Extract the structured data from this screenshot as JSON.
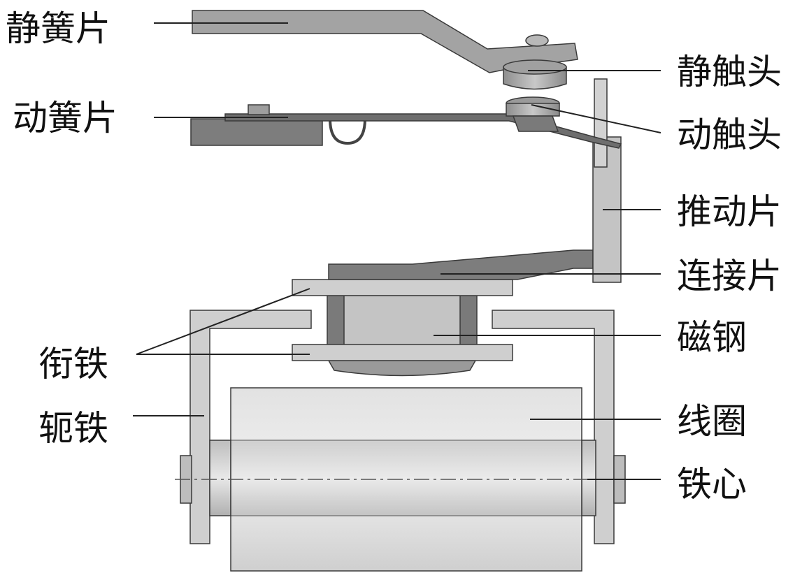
{
  "labels": {
    "static_spring": "静簧片",
    "moving_spring": "动簧片",
    "armature": "衔铁",
    "yoke": "轭铁",
    "static_contact": "静触头",
    "moving_contact": "动触头",
    "push_plate": "推动片",
    "connecting_plate": "连接片",
    "magnet": "磁钢",
    "coil": "线圈",
    "iron_core": "铁心"
  },
  "colors": {
    "dark_metal": "#7d7d7d",
    "light_metal": "#c9c9c9",
    "mid_metal": "#a8a8a8",
    "coil_light": "#dcdcdc",
    "leader_line": "#222222",
    "text": "#111111"
  }
}
